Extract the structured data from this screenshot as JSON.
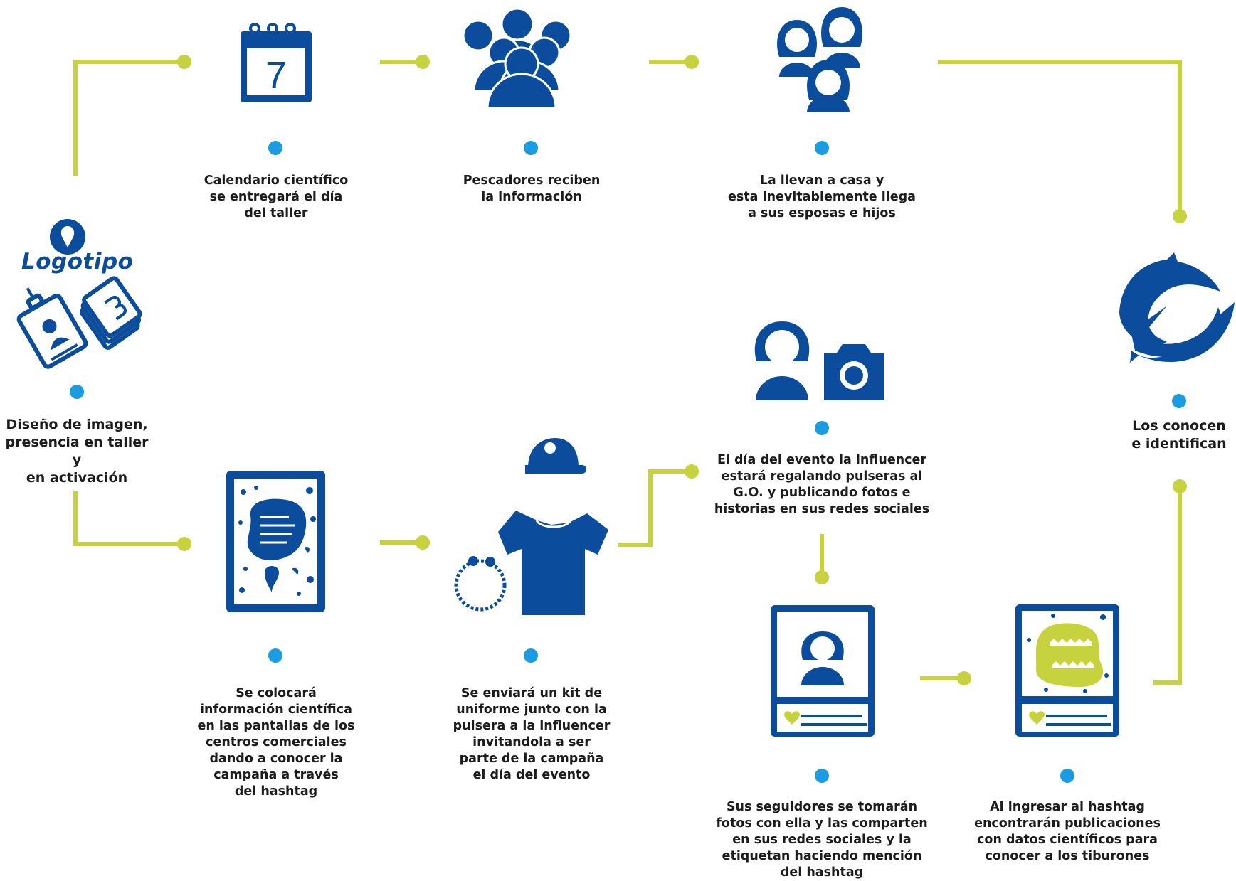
{
  "colors": {
    "primary_blue": "#0b4d9c",
    "dot_blue": "#1a9be2",
    "connector_green": "#c6d33f",
    "text_dark": "#1c1c1c"
  },
  "logo": {
    "text": "Logotipo"
  },
  "steps": [
    {
      "id": "design",
      "icon": "id-badge-and-cards-icon",
      "text": "Diseño de imagen,\npresencia en taller y\nen activación"
    },
    {
      "id": "calendar",
      "icon": "calendar-icon",
      "calendar_day": "7",
      "text": "Calendario científico\nse entregará el día\ndel taller"
    },
    {
      "id": "fishermen",
      "icon": "group-of-people-icon",
      "text": "Pescadores reciben\nla información"
    },
    {
      "id": "home",
      "icon": "women-group-icon",
      "text": "La llevan a casa y\nesta inevitablemente llega\na sus esposas e hijos"
    },
    {
      "id": "recognize",
      "icon": "sharks-icon",
      "text": "Los conocen\ne identifican"
    },
    {
      "id": "screens",
      "icon": "screen-poster-icon",
      "text": "Se colocará\ninformación científica\nen las pantallas de los\ncentros comerciales\ndando a conocer la\ncampaña a través\ndel hashtag"
    },
    {
      "id": "kit",
      "icon": "uniform-kit-icon",
      "text": "Se enviará un kit de\nuniforme junto con la\npulsera a la influencer\ninvitandola a ser\nparte de la campaña\nel día del evento"
    },
    {
      "id": "event",
      "icon": "influencer-camera-icon",
      "text": "El día del evento la influencer\nestará regalando pulseras al\nG.O. y publicando fotos e\nhistorias en sus redes sociales"
    },
    {
      "id": "followers",
      "icon": "social-post-profile-icon",
      "text": "Sus seguidores se tomarán\nfotos con ella y las comparten\nen sus redes sociales y la\netiquetan haciendo mención\ndel hashtag"
    },
    {
      "id": "hashtag",
      "icon": "social-post-shark-info-icon",
      "text": "Al ingresar al hashtag\nencontrarán publicaciones\ncon datos científicos para\nconocer a los tiburones"
    }
  ]
}
